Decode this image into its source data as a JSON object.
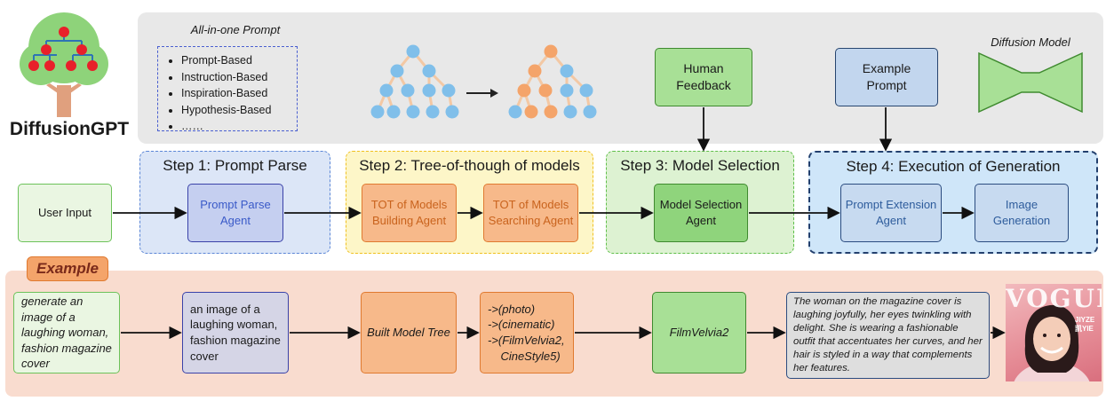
{
  "logo": {
    "title": "DiffusionGPT"
  },
  "top": {
    "prompt_title": "All-in-one Prompt",
    "prompt_types": [
      "Prompt-Based",
      "Instruction-Based",
      "Inspiration-Based",
      "Hypothesis-Based",
      "……"
    ],
    "human_feedback": "Human\nFeedback",
    "example_prompt": "Example\nPrompt",
    "diffusion_model": "Diffusion Model"
  },
  "steps": {
    "step1": "Step 1: Prompt Parse",
    "step2": "Step 2: Tree-of-though of models",
    "step3": "Step 3: Model Selection",
    "step4": "Step 4: Execution of Generation"
  },
  "flow": {
    "user_input": "User Input",
    "prompt_parse_agent": "Prompt Parse\nAgent",
    "tot_building": "TOT of Models\nBuilding Agent",
    "tot_searching": "TOT of Models\nSearching Agent",
    "model_selection": "Model Selection\nAgent",
    "prompt_extension": "Prompt Extension\nAgent",
    "image_generation": "Image\nGeneration"
  },
  "example": {
    "label": "Example",
    "input": "generate an image of a laughing woman, fashion magazine cover",
    "parsed": "an image of a laughing woman, fashion magazine cover",
    "tree": "Built Model Tree",
    "path": "->(photo)\n->(cinematic)\n->(FilmVelvia2,\n    CineStyle5)",
    "model": "FilmVelvia2",
    "extended": "The woman on the magazine cover is laughing joyfully, her eyes twinkling with delight. She is wearing a fashionable outfit that accentuates her curves, and her hair is styled in a way that complements her features.",
    "cover_masthead": "VOGUE",
    "cover_text": "JIYZE\n凯YIE"
  },
  "colors": {
    "step1_bg": "#dce6f7",
    "step1_border": "#5b86d6",
    "step2_bg": "#fdf6c8",
    "step2_border": "#f0c020",
    "step3_bg": "#ddf2d2",
    "step3_border": "#5fbf4a",
    "step4_bg": "#cfe6f9",
    "step4_border": "#23406e",
    "orange": "#f4a46a",
    "blue_node": "#80bfea"
  }
}
